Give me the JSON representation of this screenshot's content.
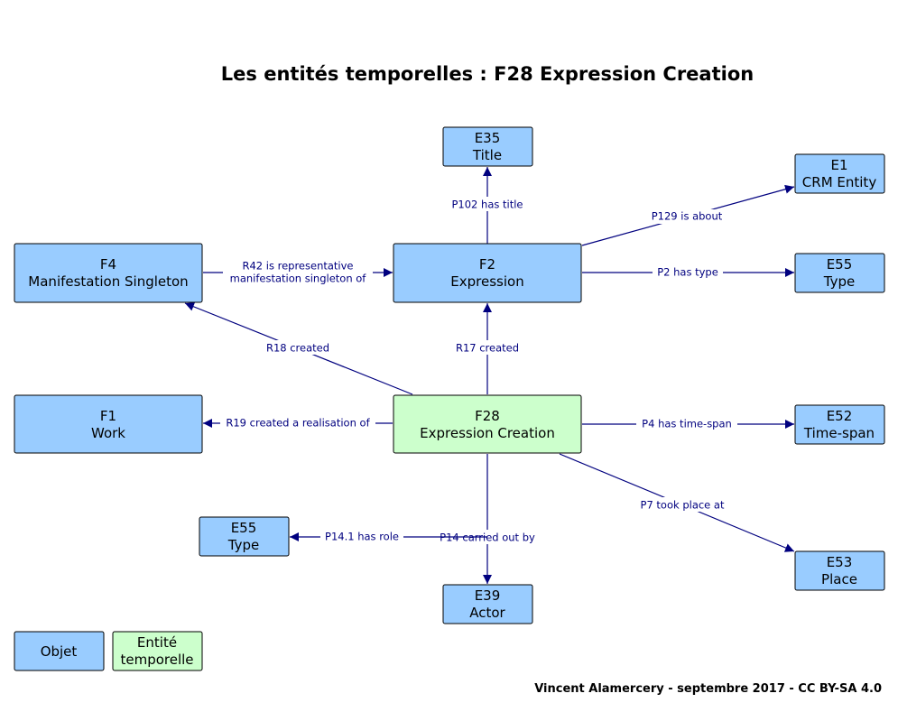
{
  "title": "Les entités temporelles : F28 Expression Creation",
  "footer": "Vincent Alamercery - septembre 2017 - CC BY-SA 4.0",
  "colors": {
    "object_fill": "#99ccff",
    "temporal_fill": "#ccffcc",
    "edge": "#00007f"
  },
  "nodes": {
    "e35": {
      "code": "E35",
      "name": "Title",
      "kind": "object"
    },
    "e1": {
      "code": "E1",
      "name": "CRM Entity",
      "kind": "object"
    },
    "f4": {
      "code": "F4",
      "name": "Manifestation Singleton",
      "kind": "object"
    },
    "f2": {
      "code": "F2",
      "name": "Expression",
      "kind": "object"
    },
    "e55a": {
      "code": "E55",
      "name": "Type",
      "kind": "object"
    },
    "f1": {
      "code": "F1",
      "name": "Work",
      "kind": "object"
    },
    "f28": {
      "code": "F28",
      "name": "Expression Creation",
      "kind": "temporal"
    },
    "e52": {
      "code": "E52",
      "name": "Time-span",
      "kind": "object"
    },
    "e55b": {
      "code": "E55",
      "name": "Type",
      "kind": "object"
    },
    "e53": {
      "code": "E53",
      "name": "Place",
      "kind": "object"
    },
    "e39": {
      "code": "E39",
      "name": "Actor",
      "kind": "object"
    }
  },
  "edges": {
    "p102": {
      "from": "f2",
      "to": "e35",
      "label": "P102 has title"
    },
    "p129": {
      "from": "f2",
      "to": "e1",
      "label": "P129 is about"
    },
    "r42": {
      "from": "f4",
      "to": "f2",
      "label_line1": "R42 is representative",
      "label_line2": "manifestation singleton of"
    },
    "p2": {
      "from": "f2",
      "to": "e55a",
      "label": "P2 has type"
    },
    "r18": {
      "from": "f28",
      "to": "f4",
      "label": "R18 created"
    },
    "r17": {
      "from": "f28",
      "to": "f2",
      "label": "R17 created"
    },
    "r19": {
      "from": "f28",
      "to": "f1",
      "label": "R19 created a realisation of"
    },
    "p4": {
      "from": "f28",
      "to": "e52",
      "label": "P4 has time-span"
    },
    "p7": {
      "from": "f28",
      "to": "e53",
      "label": "P7 took place at"
    },
    "p14": {
      "from": "f28",
      "to": "e39",
      "label": "P14 carried out by"
    },
    "p14_1": {
      "from": "p14",
      "to": "e55b",
      "label": "P14.1 has role"
    }
  },
  "legend": {
    "object_line1": "Objet",
    "temporal_line1": "Entité",
    "temporal_line2": "temporelle"
  }
}
